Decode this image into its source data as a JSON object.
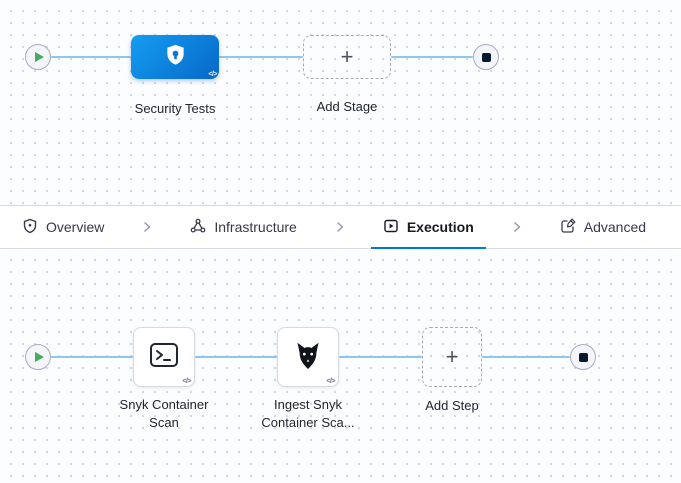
{
  "stage_pipeline": {
    "stage": {
      "label": "Security Tests",
      "icon": "shield-check-icon",
      "code_badge": "</>"
    },
    "add_stage": {
      "label": "Add Stage",
      "plus_glyph": "+"
    }
  },
  "tab_bar": {
    "tabs": [
      {
        "label": "Overview",
        "icon": "shield-icon",
        "active": false
      },
      {
        "label": "Infrastructure",
        "icon": "network-icon",
        "active": false
      },
      {
        "label": "Execution",
        "icon": "run-box-icon",
        "active": true
      },
      {
        "label": "Advanced",
        "icon": "edit-box-icon",
        "active": false
      }
    ],
    "separator_icon": "chevron-right-icon"
  },
  "step_pipeline": {
    "steps": [
      {
        "label": "Snyk Container Scan",
        "icon": "terminal-icon",
        "code_badge": "</>"
      },
      {
        "label": "Ingest Snyk Container Sca...",
        "icon": "snyk-dog-icon",
        "code_badge": "</>"
      }
    ],
    "add_step": {
      "label": "Add Step",
      "plus_glyph": "+"
    }
  },
  "icons": {
    "play-icon": "green triangle",
    "stop-icon": "dark rounded square",
    "chevron-right-icon": "›"
  },
  "colors": {
    "accent_blue": "#0278d5",
    "connector_blue": "#8fc6ee",
    "stage_gradient_start": "#149df1",
    "stage_gradient_end": "#0768c8",
    "play_green": "#42ab5c",
    "stop_navy": "#07182e",
    "canvas_dot": "#ccd8e6"
  }
}
